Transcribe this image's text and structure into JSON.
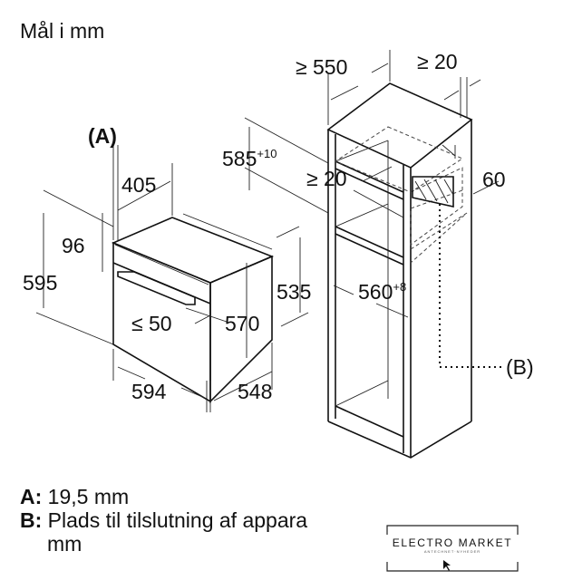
{
  "title": "Mål i mm",
  "dimensions": {
    "cab_width": "≥ 550",
    "cab_rear_gap": "≥ 20",
    "marker_a": "(A)",
    "oven_depth": "405",
    "niche_height": "585",
    "niche_height_tol": "+10",
    "shelf_gap": "≥ 20",
    "vent": "60",
    "door_offset": "96",
    "oven_height": "595",
    "oven_body_height": "535",
    "niche_width": "560",
    "niche_width_tol": "+8",
    "handle": "≤ 50",
    "oven_body_depth": "570",
    "marker_b": "(B)",
    "oven_width": "594",
    "oven_total_depth": "548"
  },
  "legend": {
    "a_key": "A:",
    "a_text": "19,5 mm",
    "b_key": "B:",
    "b_text": "Plads til tilslutning af appara",
    "b_text2": "mm"
  },
  "logo": {
    "name": "ELECTRO MARKET",
    "tagline": "ANTECHNET·NYHEDER"
  }
}
